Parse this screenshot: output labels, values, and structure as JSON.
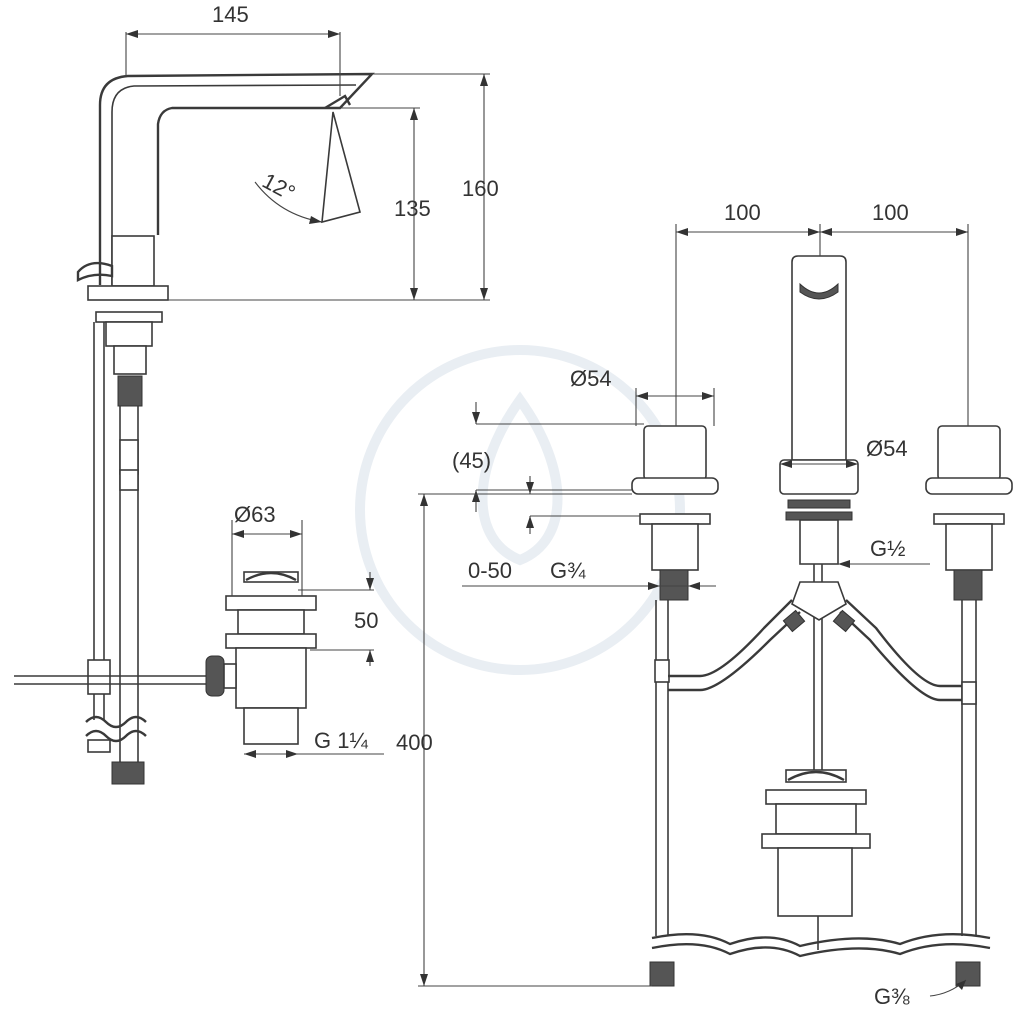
{
  "drawing": {
    "watermark": "drip-watermark",
    "side_view": {
      "spout_reach": "145",
      "overall_height": "160",
      "spout_height": "135",
      "spout_angle": "12°",
      "waste_diameter": "Ø63",
      "waste_stroke": "50",
      "waste_thread": "G 1¼"
    },
    "front_view": {
      "handle_spacing_left": "100",
      "handle_spacing_right": "100",
      "handle_diameter_left": "Ø54",
      "spout_diameter": "Ø54",
      "handle_height": "(45)",
      "deck_range": "0-50",
      "valve_thread": "G¾",
      "spout_thread": "G½",
      "hose_length": "400",
      "connection_thread": "G⅜"
    }
  }
}
